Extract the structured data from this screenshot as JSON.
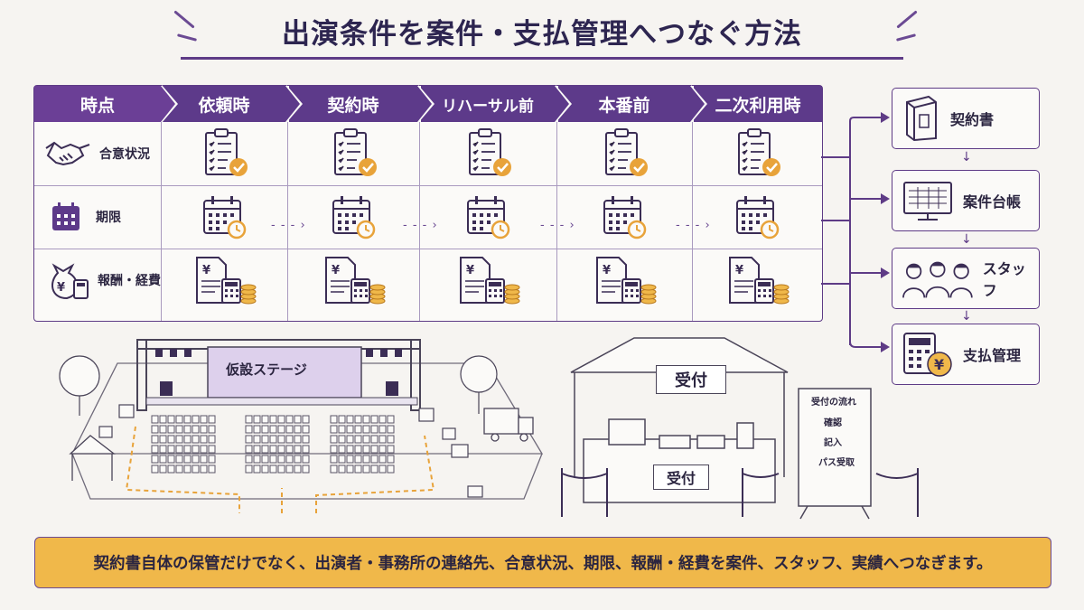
{
  "title": "出演条件を案件・支払管理へつなぐ方法",
  "table": {
    "corner_label": "時点",
    "stages": [
      "依頼時",
      "契約時",
      "リハーサル前",
      "本番前",
      "二次利用時"
    ],
    "rows": [
      {
        "label": "合意状況",
        "icon": "handshake-icon",
        "cell_icon": "checklist-icon"
      },
      {
        "label": "期限",
        "icon": "calendar-icon",
        "cell_icon": "calendar-clock-icon"
      },
      {
        "label": "報酬・経費",
        "icon": "money-bag-icon",
        "cell_icon": "invoice-calculator-icon"
      }
    ]
  },
  "flow": {
    "items": [
      {
        "label": "契約書",
        "icon": "binder-icon"
      },
      {
        "label": "案件台帳",
        "icon": "monitor-spreadsheet-icon"
      },
      {
        "label": "スタッフ",
        "icon": "staff-people-icon"
      },
      {
        "label": "支払管理",
        "icon": "calculator-yen-icon"
      }
    ]
  },
  "stage_scene": {
    "stage_sign": "仮設ステージ"
  },
  "reception": {
    "tent_sign": "受付",
    "desk_sign": "受付",
    "board_title": "受付の流れ",
    "steps": [
      "確認",
      "記入",
      "パス受取"
    ]
  },
  "bottom_note": "契約書自体の保管だけでなく、出演者・事務所の連絡先、合意状況、期限、報酬・経費を案件、スタッフ、実績へつなぎます。",
  "colors": {
    "purple": "#5d3a8a",
    "accent_orange": "#f0b84a",
    "check_orange": "#e8a33a"
  }
}
